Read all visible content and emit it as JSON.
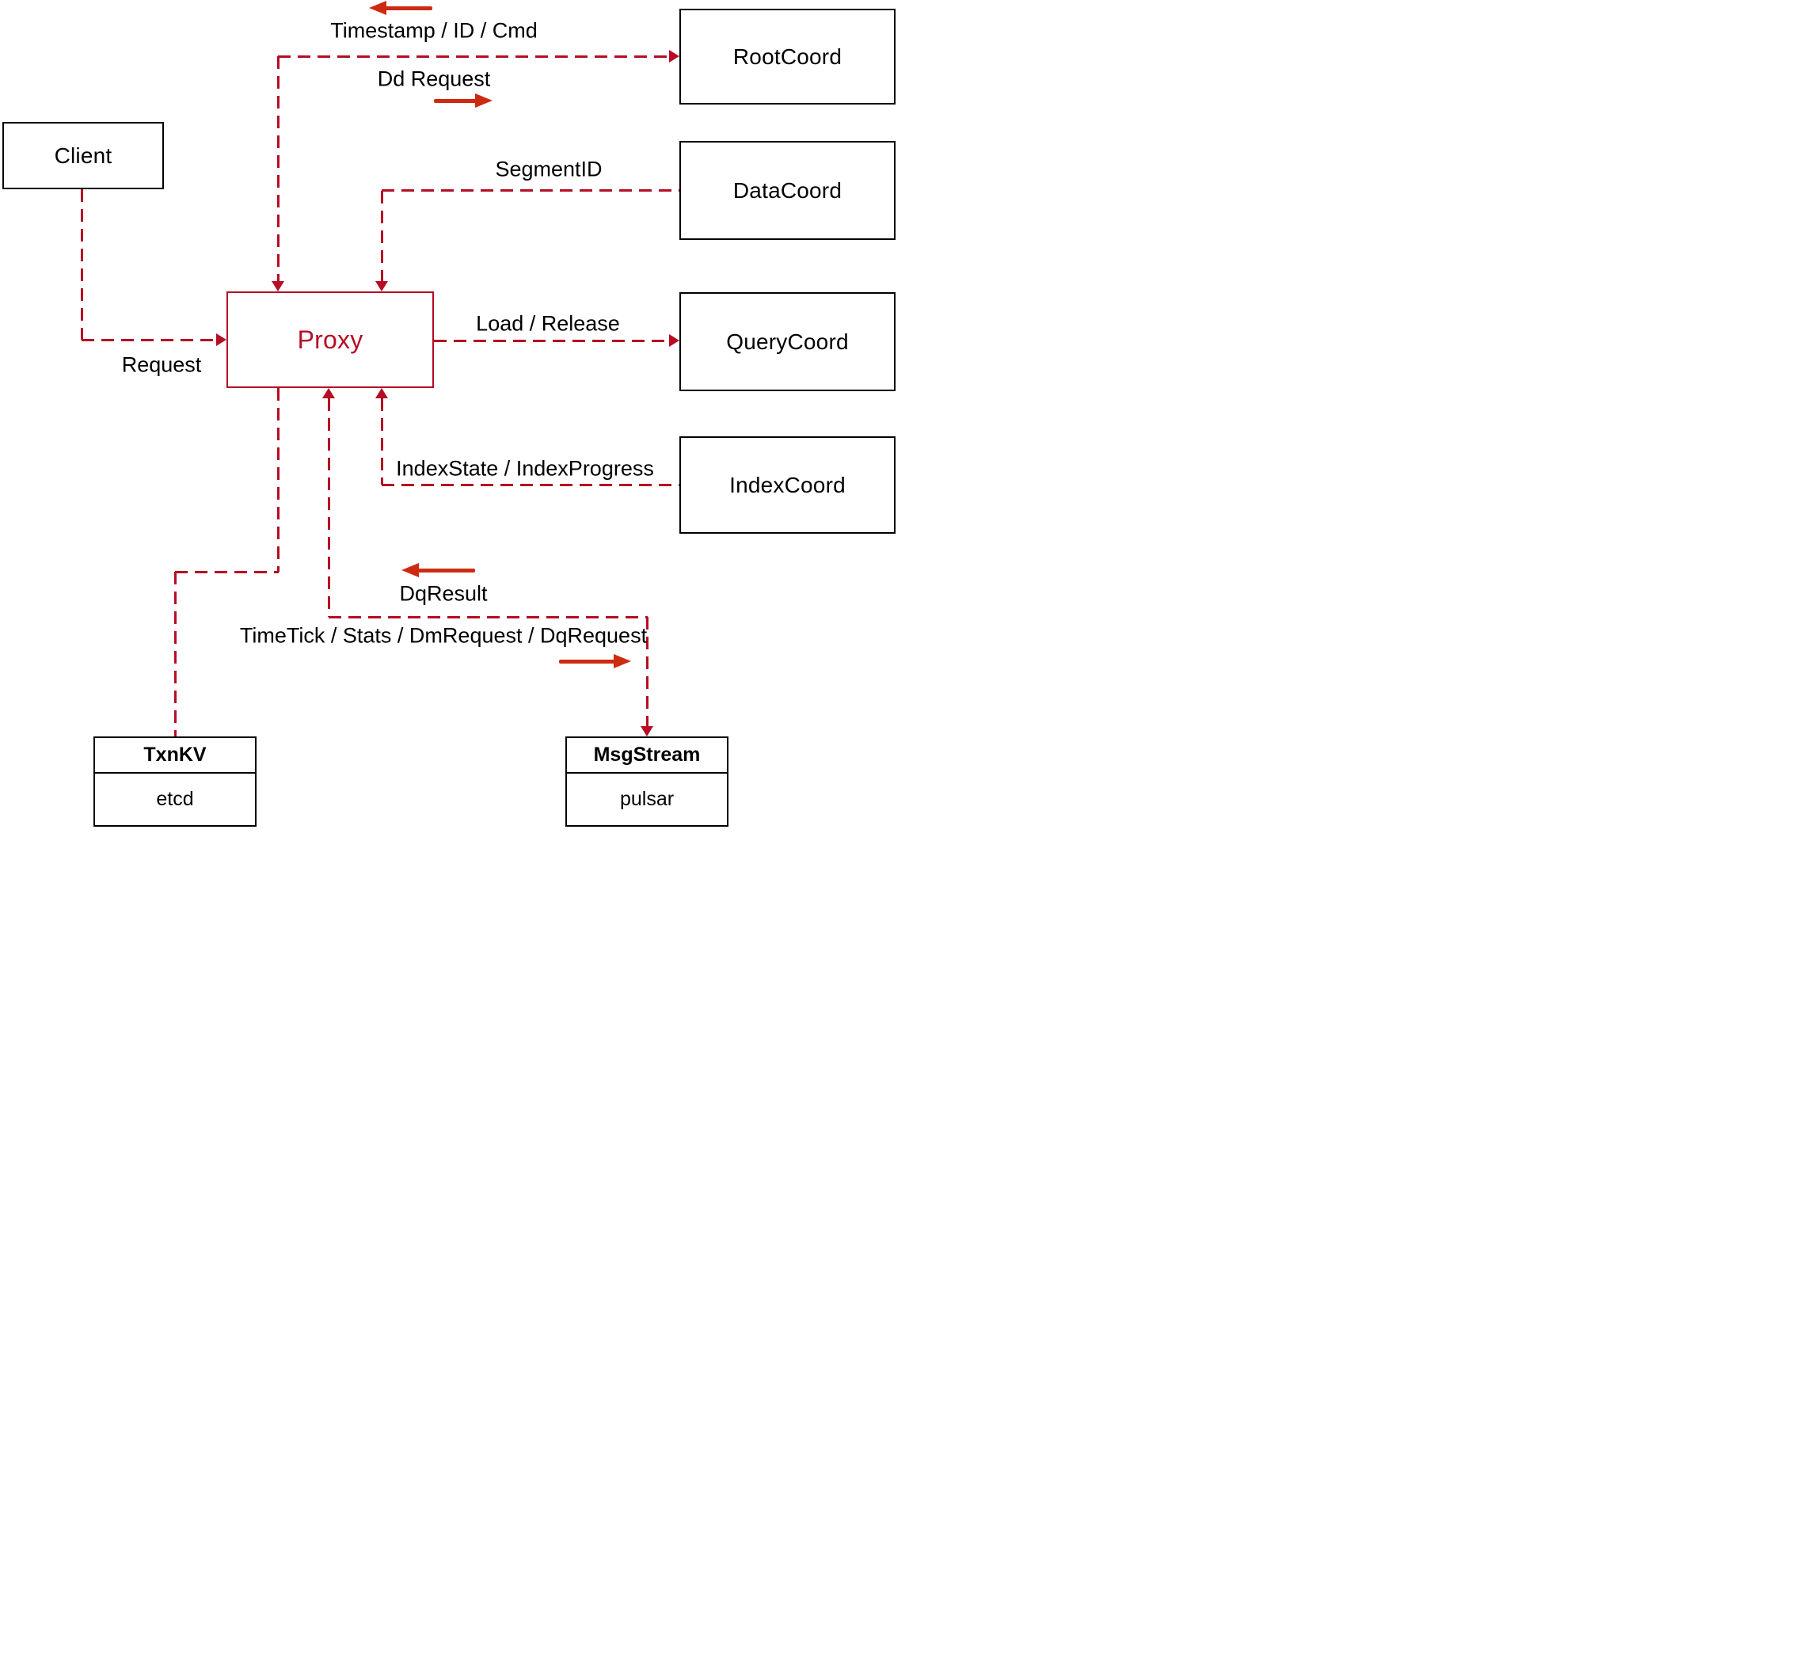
{
  "nodes": {
    "client": {
      "label": "Client"
    },
    "root_coord": {
      "label": "RootCoord"
    },
    "data_coord": {
      "label": "DataCoord"
    },
    "query_coord": {
      "label": "QueryCoord"
    },
    "index_coord": {
      "label": "IndexCoord"
    },
    "proxy": {
      "label": "Proxy"
    },
    "txn_kv": {
      "title": "TxnKV",
      "impl": "etcd"
    },
    "msg_stream": {
      "title": "MsgStream",
      "impl": "pulsar"
    }
  },
  "edges": {
    "client_to_proxy": {
      "label": "Request"
    },
    "proxy_rootcoord": {
      "return_label": "Timestamp / ID / Cmd",
      "send_label": "Dd Request"
    },
    "datacoord_to_proxy": {
      "label": "SegmentID"
    },
    "proxy_to_querycoord": {
      "label": "Load / Release"
    },
    "indexcoord_to_proxy": {
      "label": "IndexState / IndexProgress"
    },
    "proxy_msgstream": {
      "return_label": "DqResult",
      "send_label": "TimeTick / Stats / DmRequest / DqRequest"
    }
  },
  "colors": {
    "dashed_edge": "#b60d24",
    "annotation_arrow": "#cc2b12",
    "box_border": "#000000",
    "proxy_accent": "#b60d24",
    "text": "#000000",
    "background": "#ffffff"
  }
}
